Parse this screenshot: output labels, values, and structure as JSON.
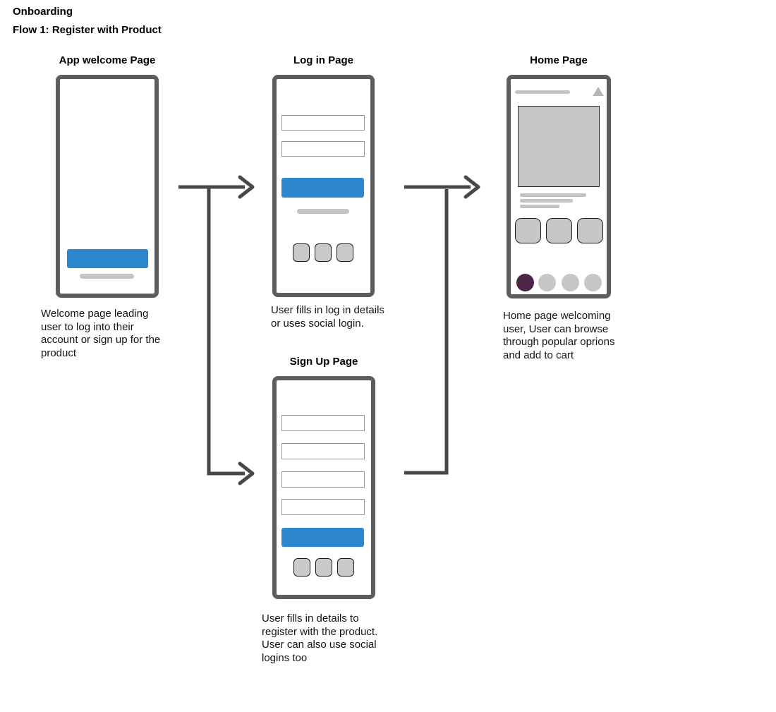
{
  "header": {
    "title": "Onboarding",
    "subtitle": "Flow 1: Register with Product"
  },
  "screens": {
    "welcome": {
      "title": "App welcome Page",
      "caption": "Welcome page leading\nuser to log into their\naccount or sign up for the\nproduct"
    },
    "login": {
      "title": "Log in Page",
      "caption": "User fills in log in details\nor uses social login."
    },
    "signup": {
      "title": "Sign Up Page",
      "caption": "User fills in details to\nregister with the product.\nUser can also use social\nlogins too"
    },
    "home": {
      "title": "Home Page",
      "caption": "Home page welcoming\nuser, User can browse\nthrough popular oprions\nand add to cart"
    }
  },
  "colors": {
    "accent-blue": "#2c87cc",
    "accent-purple": "#4b2547",
    "frame-gray": "#5d5d5d",
    "arrow-gray": "#474747",
    "placeholder-gray": "#c7c7c7",
    "line-gray": "#c4c4c4"
  }
}
